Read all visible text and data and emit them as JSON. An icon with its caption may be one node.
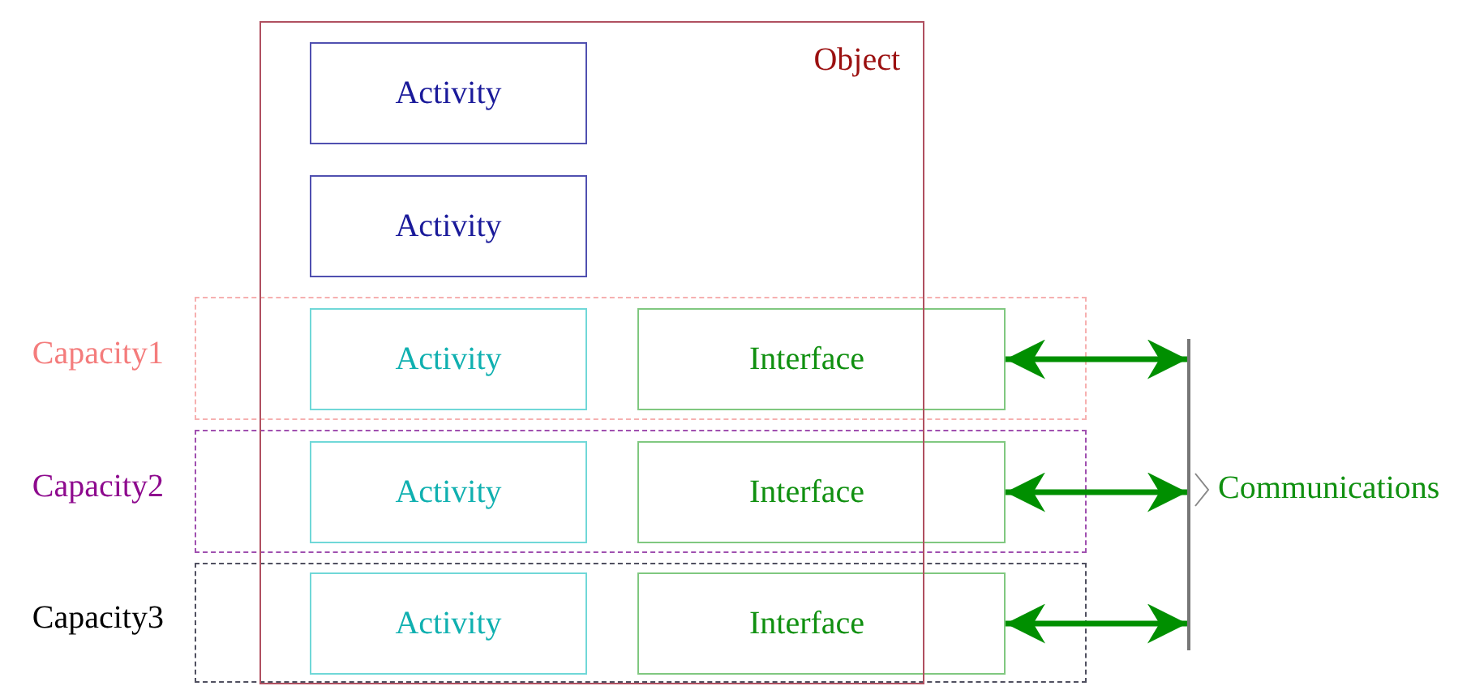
{
  "diagram": {
    "nodes": [
      {
        "text": [
          "Object"
        ]
      },
      {
        "text": [
          "Activity"
        ],
        "in": 0
      },
      {
        "text": [
          "Activity"
        ],
        "in": 0
      },
      {
        "text": [
          "Capacity1"
        ]
      },
      {
        "text": [
          "Activity"
        ]
      },
      {
        "text": [
          "Interface"
        ],
        "in": 3
      },
      {
        "text": [
          "Capacity2"
        ]
      },
      {
        "text": [
          "Activity"
        ]
      },
      {
        "text": [
          "Interface"
        ],
        "in": 6
      },
      {
        "text": [
          "Capacity3"
        ]
      },
      {
        "text": [
          "Activity"
        ]
      },
      {
        "text": [
          "Interface"
        ],
        "in": 9
      },
      {
        "text": [],
        "shape": "bar"
      }
    ],
    "edges": [
      {
        "from": 5,
        "to": 12,
        "arrow": "both"
      },
      {
        "from": 8,
        "to": 12,
        "arrow": "both"
      },
      {
        "from": 11,
        "to": 12,
        "arrow": "both"
      }
    ],
    "labels": [
      "Communications"
    ]
  }
}
